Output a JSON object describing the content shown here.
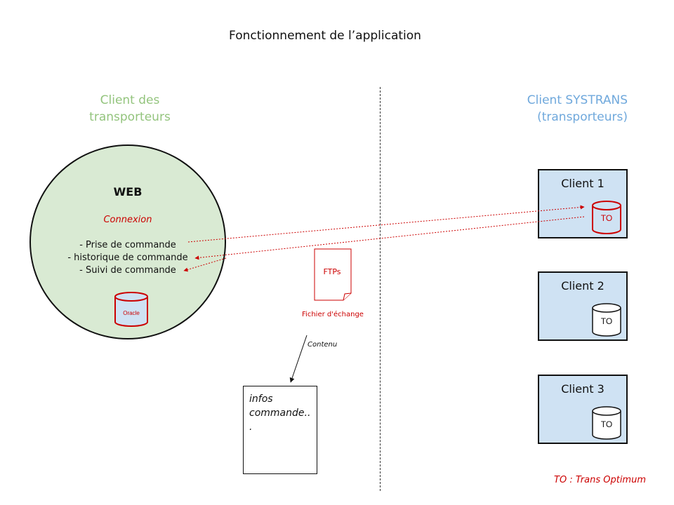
{
  "page": {
    "title": "Fonctionnement de l’application"
  },
  "sections": {
    "left": {
      "line1": "Client des",
      "line2": "transporteurs"
    },
    "right": {
      "line1": "Client SYSTRANS",
      "line2": "(transporteurs)"
    }
  },
  "web": {
    "title": "WEB",
    "login": "Connexion",
    "features": [
      "- Prise de commande",
      "- historique de commande",
      "- Suivi de commande"
    ],
    "database_label": "Oracle"
  },
  "file": {
    "protocol": "FTPs",
    "label": "Fichier d'échange",
    "arrow_label": "Contenu"
  },
  "content_doc": {
    "lines": [
      "infos",
      "commande..",
      "."
    ]
  },
  "clients": [
    {
      "label": "Client 1",
      "db_label": "TO",
      "highlighted": true
    },
    {
      "label": "Client 2",
      "db_label": "TO",
      "highlighted": false
    },
    {
      "label": "Client 3",
      "db_label": "TO",
      "highlighted": false
    }
  ],
  "legend": "TO : Trans Optimum",
  "colors": {
    "accent_red": "#cc0000",
    "left_header_green": "#93c47d",
    "right_header_blue": "#6fa8dc",
    "web_fill": "#d9ead3",
    "client_fill": "#cfe2f3"
  }
}
